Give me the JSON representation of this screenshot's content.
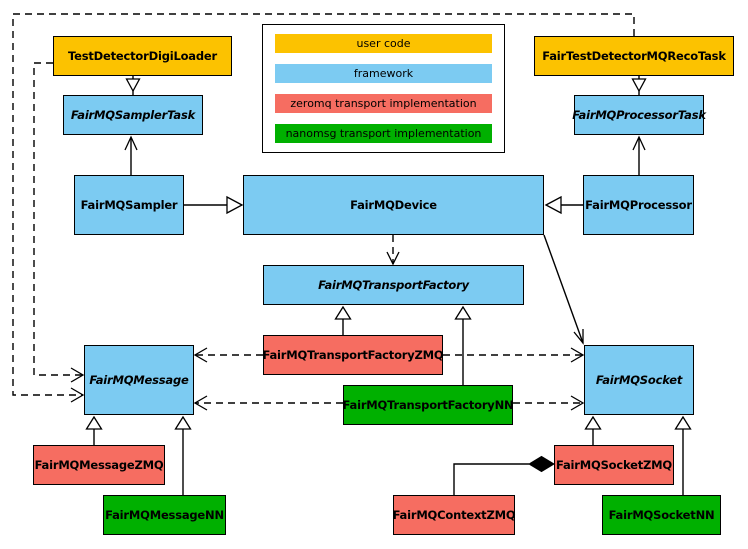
{
  "colors": {
    "user": "#FCC200",
    "framework": "#7CCBF2",
    "zeromq": "#F66D61",
    "nanomsg": "#00B000",
    "border": "#000000",
    "background": "#FFFFFF"
  },
  "legend": {
    "items": [
      {
        "label": "user code",
        "category": "user"
      },
      {
        "label": "framework",
        "category": "framework"
      },
      {
        "label": "zeromq transport implementation",
        "category": "zeromq"
      },
      {
        "label": "nanomsg transport implementation",
        "category": "nanomsg"
      }
    ]
  },
  "nodes": {
    "digiLoader": {
      "label": "TestDetectorDigiLoader",
      "category": "user"
    },
    "recoTask": {
      "label": "FairTestDetectorMQRecoTask",
      "category": "user"
    },
    "samplerTask": {
      "label": "FairMQSamplerTask",
      "category": "framework"
    },
    "processorTask": {
      "label": "FairMQProcessorTask",
      "category": "framework"
    },
    "sampler": {
      "label": "FairMQSampler",
      "category": "framework"
    },
    "device": {
      "label": "FairMQDevice",
      "category": "framework"
    },
    "processor": {
      "label": "FairMQProcessor",
      "category": "framework"
    },
    "transportFactory": {
      "label": "FairMQTransportFactory",
      "category": "framework"
    },
    "transportFactoryZMQ": {
      "label": "FairMQTransportFactoryZMQ",
      "category": "zeromq"
    },
    "transportFactoryNN": {
      "label": "FairMQTransportFactoryNN",
      "category": "nanomsg"
    },
    "message": {
      "label": "FairMQMessage",
      "category": "framework"
    },
    "socket": {
      "label": "FairMQSocket",
      "category": "framework"
    },
    "messageZMQ": {
      "label": "FairMQMessageZMQ",
      "category": "zeromq"
    },
    "messageNN": {
      "label": "FairMQMessageNN",
      "category": "nanomsg"
    },
    "socketZMQ": {
      "label": "FairMQSocketZMQ",
      "category": "zeromq"
    },
    "socketNN": {
      "label": "FairMQSocketNN",
      "category": "nanomsg"
    },
    "contextZMQ": {
      "label": "FairMQContextZMQ",
      "category": "zeromq"
    }
  }
}
